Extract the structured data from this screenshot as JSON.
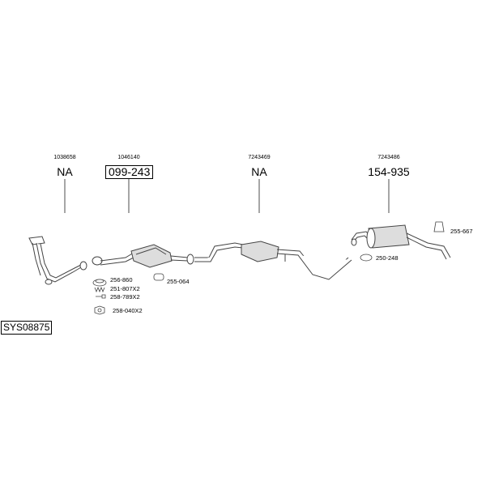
{
  "system_id": "SYS08875",
  "groups": [
    {
      "ref": "1038658",
      "code": "NA"
    },
    {
      "ref": "1046140",
      "code": "099-243"
    },
    {
      "ref": "7243469",
      "code": "NA"
    },
    {
      "ref": "7243486",
      "code": "154-935"
    }
  ],
  "parts": {
    "p1": "256-860",
    "p2": "251-807X2",
    "p3": "258-789X2",
    "p4": "258-040X2",
    "p5": "255-064",
    "p6": "250-248",
    "p7": "255-667"
  }
}
